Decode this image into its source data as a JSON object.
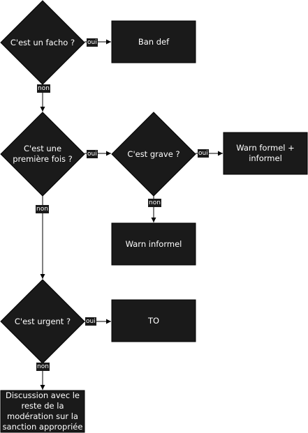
{
  "colors": {
    "fill": "#1a1a1a",
    "stroke": "#000000",
    "text": "#ffffff",
    "background": "#ffffff"
  },
  "nodes": {
    "d1": "C'est un facho ?",
    "d2": "C'est une\npremière fois ?",
    "d3": "C'est grave ?",
    "d4": "C'est urgent ?",
    "b1": "Ban def",
    "b2": "Warn formel +\ninformel",
    "b3": "Warn informel",
    "b4": "TO",
    "b5": "Discussion avec le\nreste de la\nmodération sur la\nsanction appropriée"
  },
  "edges": {
    "oui": "oui",
    "non": "non"
  }
}
